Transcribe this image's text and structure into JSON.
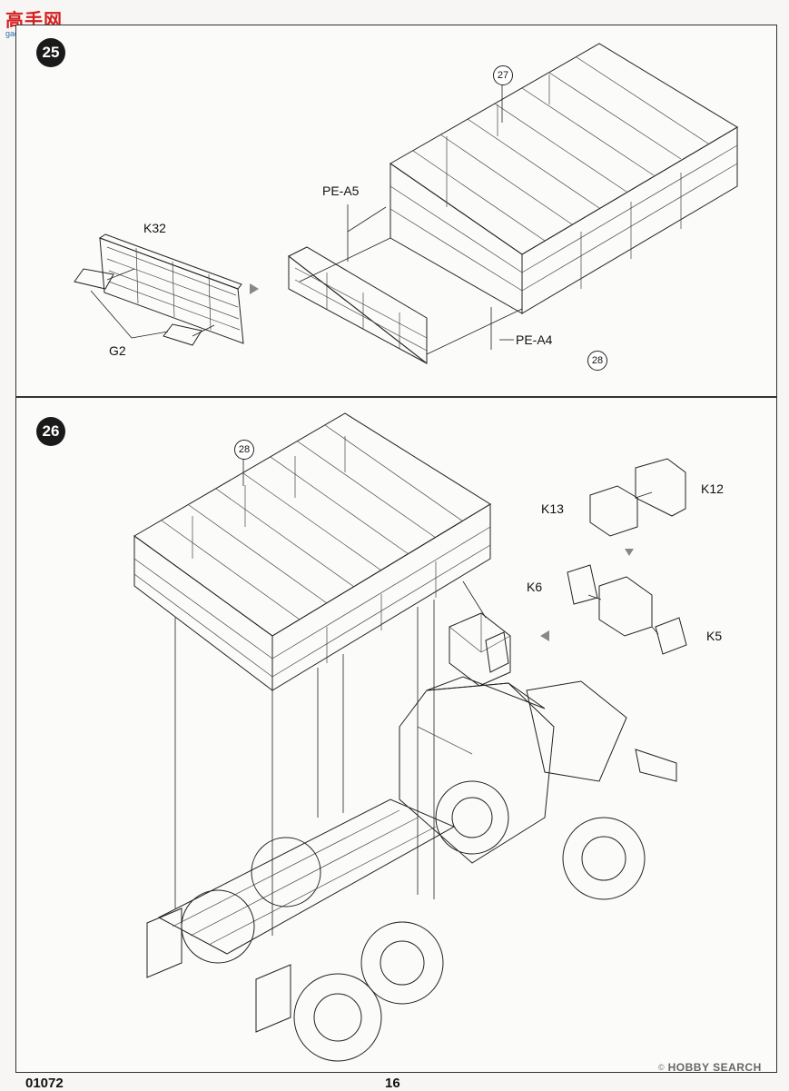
{
  "header": {
    "logo_text": "高手网",
    "logo_sub": "gao-shou.com"
  },
  "steps": [
    {
      "number": "25",
      "labels": {
        "k32": "K32",
        "g2": "G2",
        "pea5": "PE-A5",
        "pea4": "PE-A4"
      },
      "refs": {
        "r27": "27",
        "r28": "28"
      }
    },
    {
      "number": "26",
      "labels": {
        "k12": "K12",
        "k13": "K13",
        "k6": "K6",
        "k5": "K5"
      },
      "refs": {
        "r28": "28"
      }
    }
  ],
  "footer": {
    "product_code": "01072",
    "page_number": "16",
    "watermark": "HOBBY SEARCH"
  },
  "colors": {
    "step_badge": "#1a1a1a",
    "logo_red": "#d42020",
    "line": "#222222"
  }
}
